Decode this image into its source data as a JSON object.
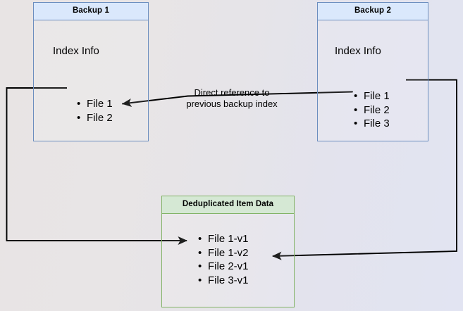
{
  "diagram": {
    "title": "Backup deduplication index reference diagram",
    "background_gradient_from": "#e8e4e4",
    "background_gradient_to": "#e2e4f2"
  },
  "colors": {
    "blue_border": "#6c8ebf",
    "blue_header_fill": "#dae8fc",
    "green_border": "#82b366",
    "green_header_fill": "#d5e8d4",
    "connector_stroke": "#000000",
    "text": "#000000"
  },
  "nodes": {
    "backup1": {
      "title": "Backup 1",
      "caption": "Index Info",
      "files": [
        "File 1",
        "File 2"
      ]
    },
    "backup2": {
      "title": "Backup 2",
      "caption": "Index Info",
      "files": [
        "File 1",
        "File 2",
        "File 3"
      ]
    },
    "dedup": {
      "title": "Deduplicated Item Data",
      "files": [
        "File 1-v1",
        "File 1-v2",
        "File 2-v1",
        "File 3-v1"
      ]
    }
  },
  "labels": {
    "direct_reference": "Direct reference to\nprevious backup index"
  },
  "connectors": [
    {
      "name": "backup2-file2-to-backup1-file2",
      "from": "Backup 2 / File 2",
      "to": "Backup 1 / File 2",
      "arrow": "end"
    },
    {
      "name": "backup1-file1-to-dedup-file1v1",
      "from": "Backup 1 / File 1",
      "to": "Deduplicated Item Data / File 1-v1",
      "arrow": "end"
    },
    {
      "name": "backup2-file1-to-dedup-file1v2",
      "from": "Backup 2 / File 1",
      "to": "Deduplicated Item Data / File 1-v2",
      "arrow": "end"
    }
  ]
}
